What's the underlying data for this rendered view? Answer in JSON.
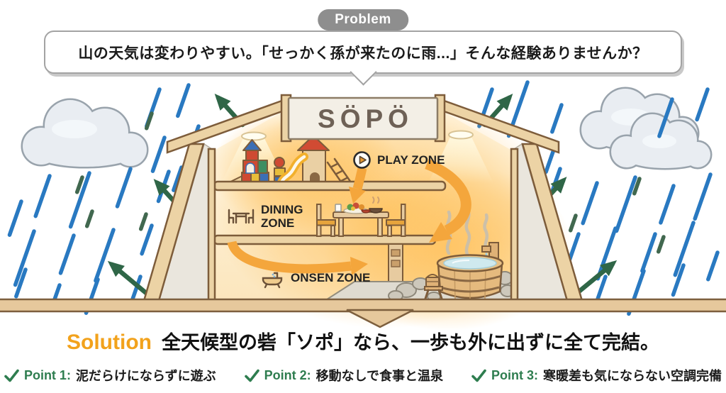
{
  "problem": {
    "badge_label": "Problem",
    "bubble_text": "山の天気は変わりやすい。「せっかく孫が来たのに雨...」そんな経験ありませんか？"
  },
  "building": {
    "sign_text": "SÖPÖ",
    "zones": [
      {
        "name": "play",
        "icon": "play-icon",
        "label": "PLAY ZONE"
      },
      {
        "name": "dining",
        "icon": "dining-table-icon",
        "label": "DINING ZONE"
      },
      {
        "name": "onsen",
        "icon": "bathtub-icon",
        "label": "ONSEN ZONE"
      }
    ]
  },
  "solution": {
    "label": "Solution",
    "headline": "全天候型の砦「ソポ」なら、一歩も外に出ずに全て完結。",
    "points": [
      {
        "icon": "check-icon",
        "label": "Point 1:",
        "text": "泥だらけにならずに遊ぶ"
      },
      {
        "icon": "check-icon",
        "label": "Point 2:",
        "text": "移動なしで食事と温泉"
      },
      {
        "icon": "check-icon",
        "label": "Point 3:",
        "text": "寒暖差も気にならない空調完備"
      }
    ]
  },
  "colors": {
    "accent_orange": "#f2a21c",
    "rain_blue": "#2979c1",
    "deflect_green": "#2f6647",
    "point_green": "#2e7d4f",
    "problem_gray": "#8e8e8e",
    "wood_tan": "#e6c89c",
    "interior_glow": "#ffc25e"
  }
}
